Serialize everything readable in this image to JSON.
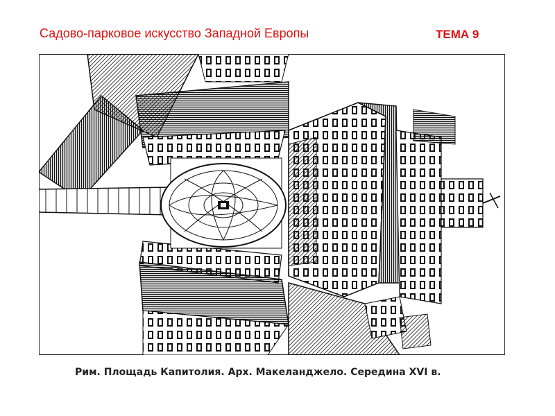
{
  "slide": {
    "title": "Садово-парковое искусство Западной Европы",
    "topic": "ТЕМА 9"
  },
  "figure": {
    "caption": "Рим. Площадь Капитолия. Арх. Макеланджело. Середина XVI в."
  }
}
